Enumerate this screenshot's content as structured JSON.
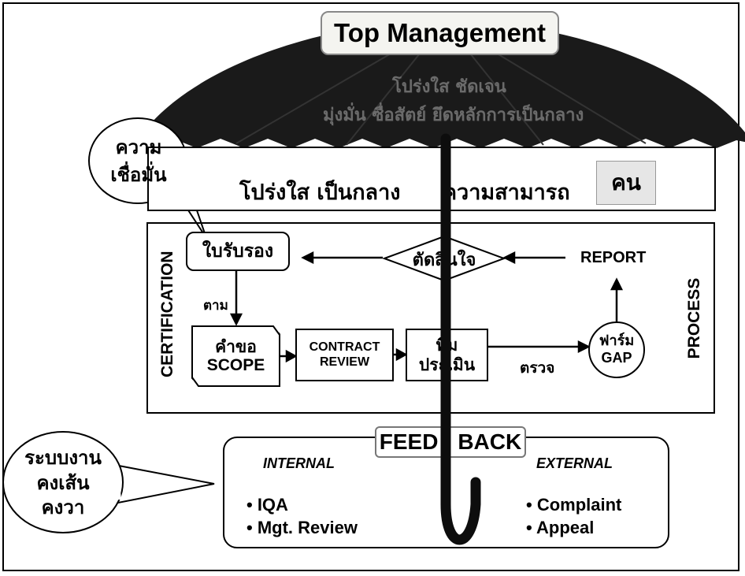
{
  "header": {
    "title": "Top Management"
  },
  "umbrella": {
    "line1": "โปร่งใส ชัดเจน",
    "line2": "มุ่งมั่น ซื่อสัตย์ ยึดหลักการเป็นกลาง"
  },
  "confidence_bubble": {
    "line1": "ความ",
    "line2": "เชื่อมั่น"
  },
  "principles": {
    "transparency": "โปร่งใส เป็นกลาง",
    "competence": "ความสามารถ",
    "people": "คน"
  },
  "process": {
    "certification_label": "CERTIFICATION",
    "process_label": "PROCESS",
    "certificate": "ใบรับรอง",
    "decide": "ตัดสินใจ",
    "report": "REPORT",
    "follow": "ตาม",
    "request_line1": "คำขอ",
    "request_line2": "SCOPE",
    "contract_line1": "CONTRACT",
    "contract_line2": "REVIEW",
    "team_line1": "ทีม",
    "team_line2": "ประเมิน",
    "inspect": "ตรวจ",
    "gap_line1": "ฟาร์ม",
    "gap_line2": "GAP"
  },
  "feedback": {
    "title": "FEED - BACK",
    "internal_title": "INTERNAL",
    "external_title": "EXTERNAL",
    "internal_items": [
      "• IQA",
      "• Mgt. Review"
    ],
    "external_items": [
      "• Complaint",
      "• Appeal"
    ]
  },
  "system_bubble": {
    "line1": "ระบบงาน",
    "line2": "คงเส้น",
    "line3": "คงวา"
  },
  "colors": {
    "umbrella": "#1a1a1a",
    "handle": "#0d0d0d",
    "label_bg": "#f4f4f0"
  }
}
